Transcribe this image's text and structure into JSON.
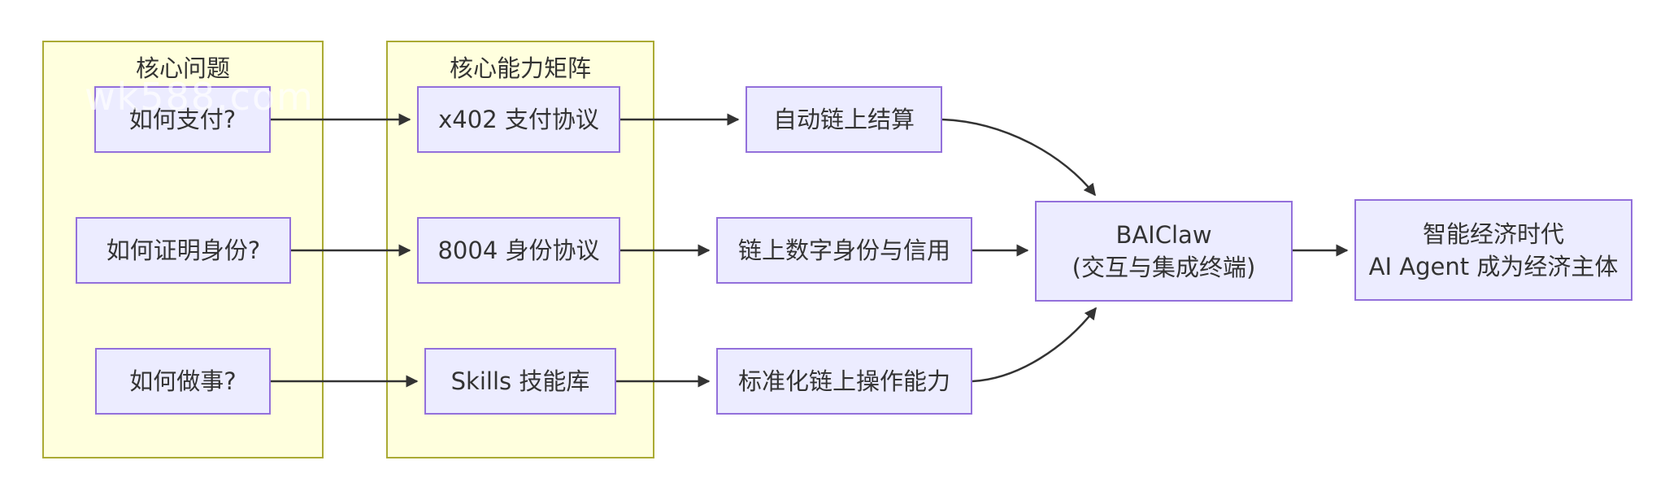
{
  "watermark": "wk588.com",
  "colors": {
    "node_fill": "#ECECFF",
    "node_border": "#9370DB",
    "cluster_fill": "#FFFFDE",
    "cluster_border": "#AAAA33",
    "edge_color": "#333333",
    "text_color": "#333333"
  },
  "diagram": {
    "type": "flowchart-left-to-right",
    "subgraphs": [
      {
        "title": "核心问题"
      },
      {
        "title": "核心能力矩阵"
      }
    ],
    "nodes": {
      "q_pay": {
        "label": "如何支付?"
      },
      "q_identity": {
        "label": "如何证明身份?"
      },
      "q_act": {
        "label": "如何做事?"
      },
      "cap_x402": {
        "label": "x402 支付协议"
      },
      "cap_8004": {
        "label": "8004 身份协议"
      },
      "cap_skills": {
        "label": "Skills 技能库"
      },
      "out_settlement": {
        "label": "自动链上结算"
      },
      "out_identity": {
        "label": "链上数字身份与信用"
      },
      "out_ops": {
        "label": "标准化链上操作能力"
      },
      "baiclaw": {
        "line1": "BAIClaw",
        "line2": "(交互与集成终端)"
      },
      "era": {
        "line1": "智能经济时代",
        "line2": "AI Agent 成为经济主体"
      }
    },
    "edges": [
      {
        "from": "如何支付?",
        "to": "x402 支付协议"
      },
      {
        "from": "如何证明身份?",
        "to": "8004 身份协议"
      },
      {
        "from": "如何做事?",
        "to": "Skills 技能库"
      },
      {
        "from": "x402 支付协议",
        "to": "自动链上结算"
      },
      {
        "from": "8004 身份协议",
        "to": "链上数字身份与信用"
      },
      {
        "from": "Skills 技能库",
        "to": "标准化链上操作能力"
      },
      {
        "from": "自动链上结算",
        "to": "BAIClaw (交互与集成终端)"
      },
      {
        "from": "链上数字身份与信用",
        "to": "BAIClaw (交互与集成终端)"
      },
      {
        "from": "标准化链上操作能力",
        "to": "BAIClaw (交互与集成终端)"
      },
      {
        "from": "BAIClaw (交互与集成终端)",
        "to": "智能经济时代 AI Agent 成为经济主体"
      }
    ]
  }
}
